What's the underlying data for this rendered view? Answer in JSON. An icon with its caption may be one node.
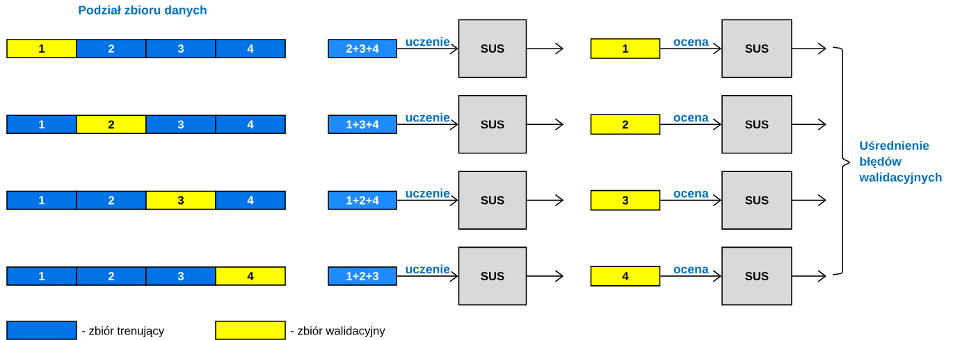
{
  "diagram": {
    "title": "Podział zbioru danych",
    "nodes": [
      {
        "text": [
          "1"
        ]
      },
      {
        "text": [
          "2"
        ]
      },
      {
        "text": [
          "3"
        ]
      },
      {
        "text": [
          "4"
        ]
      },
      {
        "text": [
          "2+3+4"
        ]
      },
      {
        "text": [
          "SUS"
        ]
      },
      {
        "text": [
          "1"
        ]
      },
      {
        "text": [
          "SUS"
        ]
      },
      {
        "text": [
          "1"
        ]
      },
      {
        "text": [
          "2"
        ]
      },
      {
        "text": [
          "3"
        ]
      },
      {
        "text": [
          "4"
        ]
      },
      {
        "text": [
          "1+3+4"
        ]
      },
      {
        "text": [
          "SUS"
        ]
      },
      {
        "text": [
          "2"
        ]
      },
      {
        "text": [
          "SUS"
        ]
      },
      {
        "text": [
          "1"
        ]
      },
      {
        "text": [
          "2"
        ]
      },
      {
        "text": [
          "3"
        ]
      },
      {
        "text": [
          "4"
        ]
      },
      {
        "text": [
          "1+2+4"
        ]
      },
      {
        "text": [
          "SUS"
        ]
      },
      {
        "text": [
          "3"
        ]
      },
      {
        "text": [
          "SUS"
        ]
      },
      {
        "text": [
          "1"
        ]
      },
      {
        "text": [
          "2"
        ]
      },
      {
        "text": [
          "3"
        ]
      },
      {
        "text": [
          "4"
        ]
      },
      {
        "text": [
          "1+2+3"
        ]
      },
      {
        "text": [
          "SUS"
        ]
      },
      {
        "text": [
          "4"
        ]
      },
      {
        "text": [
          "SUS"
        ]
      },
      {
        "text": [
          "Uśrednienie błędów walidacyjnych"
        ]
      }
    ],
    "edges": [
      {
        "from": 4,
        "to": 5,
        "arrow": "to",
        "label": "uczenie"
      },
      {
        "from": 5,
        "to": null,
        "arrow": "to"
      },
      {
        "from": 6,
        "to": 7,
        "arrow": "to",
        "label": "ocena"
      },
      {
        "from": 7,
        "to": 32,
        "arrow": "to"
      },
      {
        "from": 12,
        "to": 13,
        "arrow": "to",
        "label": "uczenie"
      },
      {
        "from": 13,
        "to": null,
        "arrow": "to"
      },
      {
        "from": 14,
        "to": 15,
        "arrow": "to",
        "label": "ocena"
      },
      {
        "from": 15,
        "to": 32,
        "arrow": "to"
      },
      {
        "from": 20,
        "to": 21,
        "arrow": "to",
        "label": "uczenie"
      },
      {
        "from": 21,
        "to": null,
        "arrow": "to"
      },
      {
        "from": 22,
        "to": 23,
        "arrow": "to",
        "label": "ocena"
      },
      {
        "from": 23,
        "to": 32,
        "arrow": "to"
      },
      {
        "from": 28,
        "to": 29,
        "arrow": "to",
        "label": "uczenie"
      },
      {
        "from": 29,
        "to": null,
        "arrow": "to"
      },
      {
        "from": 30,
        "to": 31,
        "arrow": "to",
        "label": "ocena"
      },
      {
        "from": 31,
        "to": 32,
        "arrow": "to"
      }
    ],
    "legend": [
      {
        "text": "- zbiór trenujący",
        "color": "#0073e6"
      },
      {
        "text": "- zbiór walidacyjny",
        "color": "#ffff00"
      }
    ]
  }
}
